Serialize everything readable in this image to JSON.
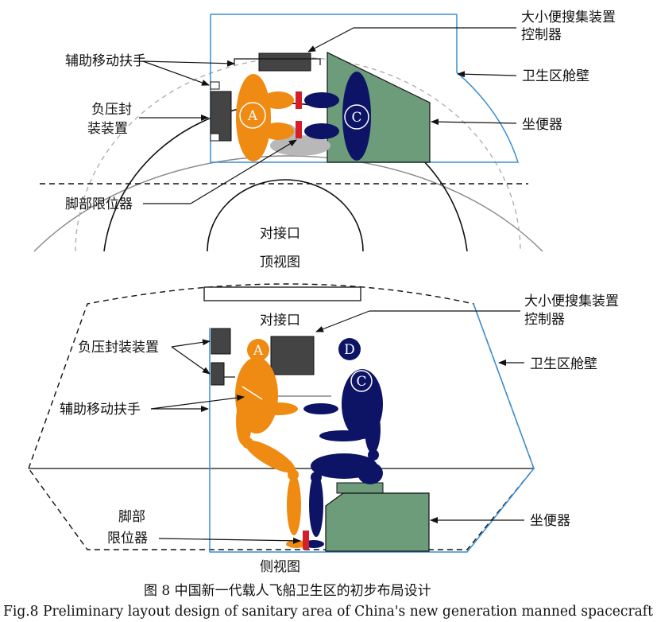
{
  "top_view": {
    "title": "顶视图",
    "labels": {
      "controller": [
        "大小便搜集装置",
        "控制器"
      ],
      "handrail": "辅助移动扶手",
      "wall": "卫生区舱壁",
      "seal_device": [
        "负压封",
        "装装置"
      ],
      "toilet": "坐便器",
      "foot_restraint": "脚部限位器",
      "docking_port": "对接口"
    },
    "figures": {
      "orange": "A",
      "blue": "C"
    }
  },
  "side_view": {
    "title": "侧视图",
    "labels": {
      "docking_port": "对接口",
      "controller": [
        "大小便搜集装置",
        "控制器"
      ],
      "seal_device": "负压封装装置",
      "wall": "卫生区舱壁",
      "handrail": "辅助移动扶手",
      "toilet": "坐便器",
      "foot_restraint": [
        "脚部",
        "限位器"
      ]
    },
    "figures": {
      "orange": "A",
      "blue_head": "D",
      "blue_body": "C"
    }
  },
  "caption": {
    "chinese": "图 8    中国新一代载人飞船卫生区的初步布局设计",
    "english": "Fig.8 Preliminary layout design of sanitary area of China's new generation manned spacecraft"
  },
  "colors": {
    "orange": "#ef8a12",
    "navy": "#0d1466",
    "green": "#6c9c7a",
    "dark_gray": "#444444",
    "red": "#d41f2a",
    "light_blue": "#3a8fd2",
    "gray_fill": "#b8b8b8"
  },
  "arrow_icon": "arrow-right-icon"
}
